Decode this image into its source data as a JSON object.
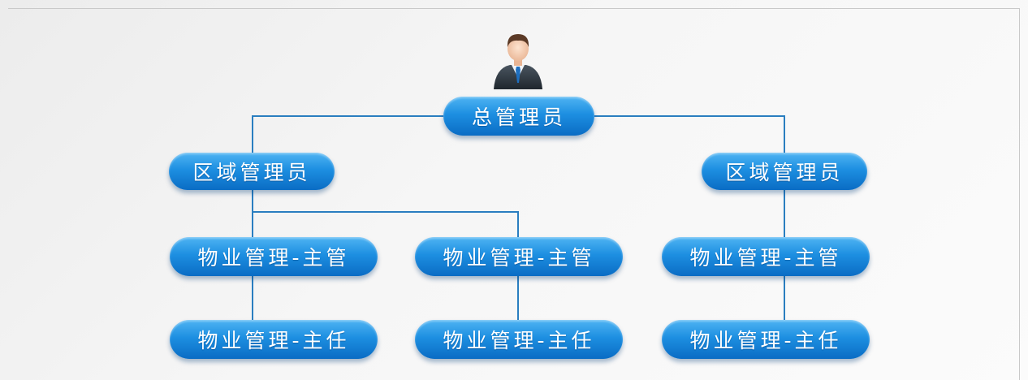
{
  "diagram": {
    "root": {
      "label": "总管理员",
      "icon": "person-avatar-icon"
    },
    "regions": [
      {
        "label": "区域管理员",
        "branches": [
          {
            "supervisor": "物业管理-主管",
            "director": "物业管理-主任"
          },
          {
            "supervisor": "物业管理-主管",
            "director": "物业管理-主任"
          }
        ]
      },
      {
        "label": "区域管理员",
        "branches": [
          {
            "supervisor": "物业管理-主管",
            "director": "物业管理-主任"
          }
        ]
      }
    ],
    "colors": {
      "node_top": "#4fb4f3",
      "node_bottom": "#0a6cc4",
      "connector": "#2a7ec0"
    }
  }
}
